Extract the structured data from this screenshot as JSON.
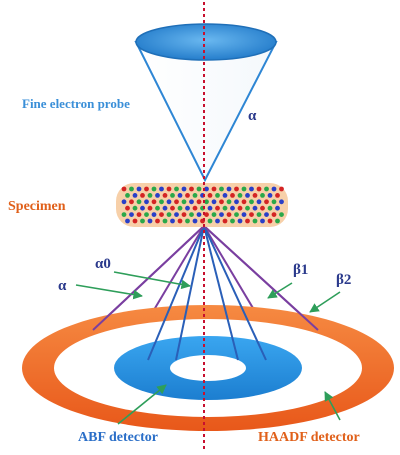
{
  "labels": {
    "probe": "Fine electron probe",
    "alpha_top": "α",
    "specimen": "Specimen",
    "alpha_left": "α",
    "alpha0": "α0",
    "beta1": "β1",
    "beta2": "β2",
    "abf": "ABF detector",
    "haadf": "HAADF detector"
  },
  "colors": {
    "axis": "#c8102e",
    "probe_blue": "#2e86d4",
    "probe_text": "#3a8fd8",
    "specimen_text": "#e0601a",
    "haadf_orange": "#f26a21",
    "abf_blue": "#1f8fe0",
    "greek_text": "#2b3a8c",
    "beam_purple": "#7a3fa0",
    "pointer_green": "#2e9e5a",
    "atom_red": "#d42424",
    "atom_green": "#2aa84a",
    "atom_blue": "#2a3fc8",
    "crystal_bg": "#f6c89a"
  },
  "icons": [
    "probe-cone-icon",
    "specimen-lattice-icon",
    "abf-detector-ring-icon",
    "haadf-detector-ring-icon"
  ]
}
